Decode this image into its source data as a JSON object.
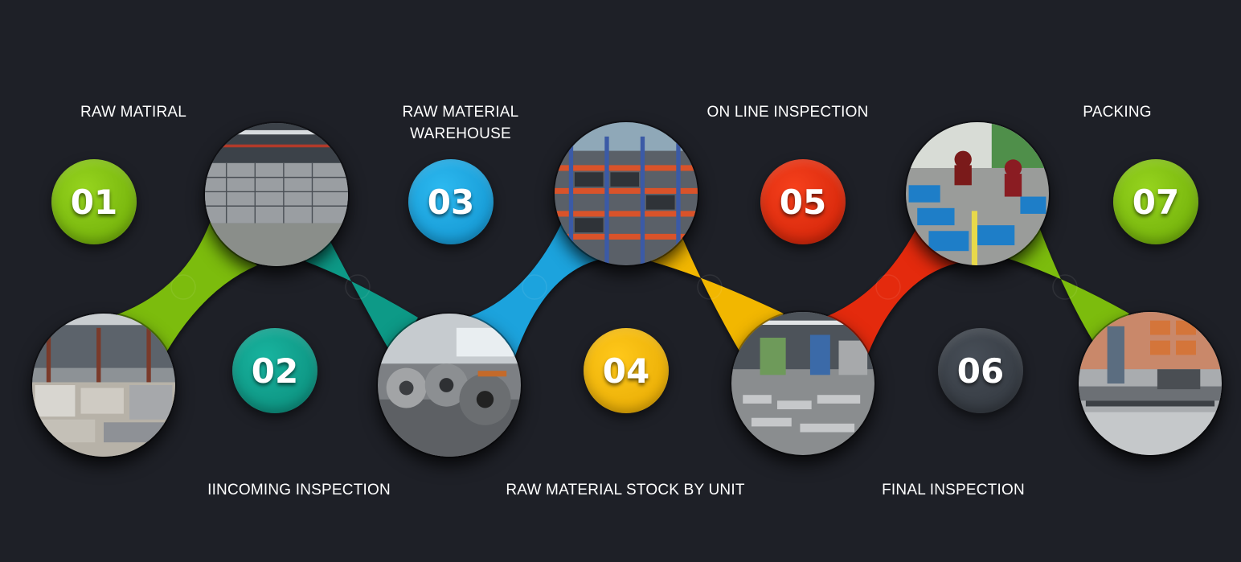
{
  "steps": [
    {
      "number": "01",
      "label": "RAW MATIRAL",
      "color": "#7cbc0a",
      "photo_icon": "steel-sheets-warehouse-photo"
    },
    {
      "number": "02",
      "label": "IINCOMING INSPECTION",
      "color": "#0e9a87",
      "photo_icon": "wire-cage-storage-photo"
    },
    {
      "number": "03",
      "label": "RAW MATERIAL\nWAREHOUSE",
      "color": "#1aa3dd",
      "photo_icon": "steel-coils-photo"
    },
    {
      "number": "04",
      "label": "RAW MATERIAL STOCK BY UNIT",
      "color": "#f2b705",
      "photo_icon": "orange-racking-photo"
    },
    {
      "number": "05",
      "label": "ON LINE INSPECTION",
      "color": "#e42a0c",
      "photo_icon": "machining-floor-photo"
    },
    {
      "number": "06",
      "label": "FINAL INSPECTION",
      "color": "#3a4048",
      "photo_icon": "inspection-workers-photo"
    },
    {
      "number": "07",
      "label": "PACKING",
      "color": "#7cbc0a",
      "photo_icon": "packing-line-photo"
    }
  ]
}
